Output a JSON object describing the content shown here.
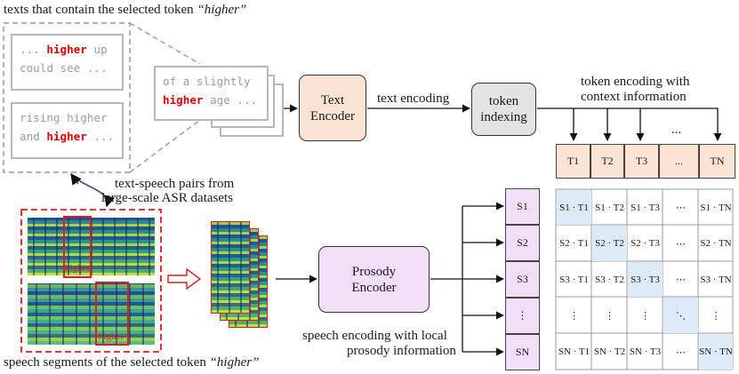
{
  "captions": {
    "texts_title_prefix": "texts that contain the selected token ",
    "texts_title_token": "“higher”",
    "pairs_line1": "text-speech pairs from",
    "pairs_line2": "large-scale ASR datasets",
    "speech_bottom_prefix": "speech segments of the selected token ",
    "speech_bottom_token": "“higher”",
    "text_encoding": "text encoding",
    "token_ctx_line1": "token encoding with",
    "token_ctx_line2": "context information",
    "speech_enc_line1": "speech encoding with local",
    "speech_enc_line2": "prosody information",
    "dots": "..."
  },
  "text_snippets": {
    "s1_a": "... ",
    "s1_token": "higher",
    "s1_b": " up",
    "s1_line2": "could see ...",
    "s2_line1": "rising higher",
    "s2_a": "and ",
    "s2_token": "higher",
    "s2_b": " ...",
    "s3_line1": "of a slightly",
    "s3_token": "higher",
    "s3_b": " age ..."
  },
  "nodes": {
    "text_encoder_l1": "Text",
    "text_encoder_l2": "Encoder",
    "token_index_l1": "token",
    "token_index_l2": "indexing",
    "prosody_encoder_l1": "Prosody",
    "prosody_encoder_l2": "Encoder"
  },
  "spectrogram_labels": {
    "a": "higher",
    "b": "higher"
  },
  "t_tokens": [
    "T1",
    "T2",
    "T3",
    "...",
    "TN"
  ],
  "s_tokens": [
    "S1",
    "S2",
    "S3",
    "⋮",
    "SN"
  ],
  "matrix_rows": [
    [
      "S1 · T1",
      "S1 · T2",
      "S1 · T3",
      "⋯",
      "S1 · TN"
    ],
    [
      "S2 · T1",
      "S2 · T2",
      "S2 · T3",
      "⋯",
      "S2 · TN"
    ],
    [
      "S3 · T1",
      "S3 · T2",
      "S3 · T3",
      "⋯",
      "S3 · TN"
    ],
    [
      "⋮",
      "⋮",
      "⋮",
      "⋱",
      "⋮"
    ],
    [
      "SN · T1",
      "SN · T2",
      "SN · T3",
      "⋯",
      "SN · TN"
    ]
  ],
  "colors": {
    "text_encoder_fill": "#fbe4d6",
    "token_index_fill": "#e3e3e3",
    "prosody_fill": "#f3def7",
    "highlight_red": "#e00000",
    "diag_fill": "#ddeaf7",
    "curve_blue": "#3d5580"
  }
}
